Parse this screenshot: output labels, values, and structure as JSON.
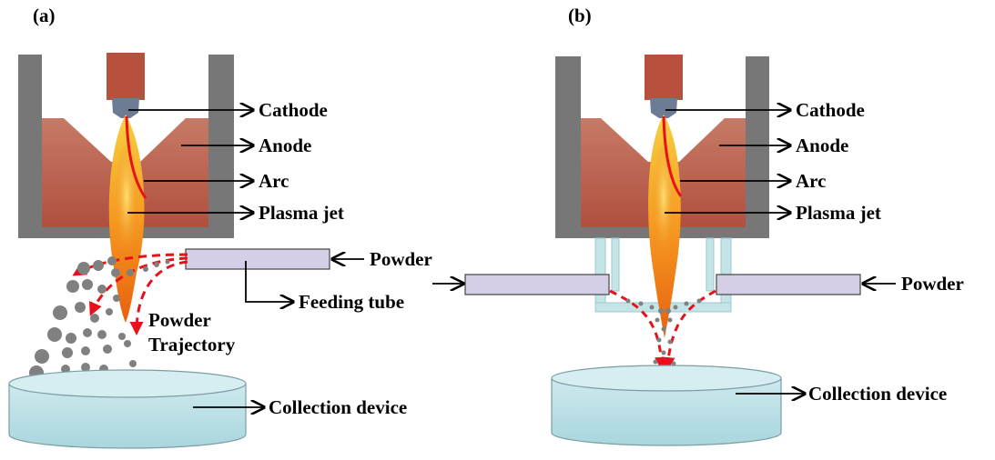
{
  "panels": {
    "a": {
      "tag": "(a)",
      "labels": {
        "cathode": "Cathode",
        "anode": "Anode",
        "arc": "Arc",
        "plasma_jet": "Plasma jet",
        "powder": "Powder",
        "feeding_tube": "Feeding tube",
        "powder_trajectory_line1": "Powder",
        "powder_trajectory_line2": "Trajectory",
        "collection_device": "Collection device"
      }
    },
    "b": {
      "tag": "(b)",
      "labels": {
        "cathode": "Cathode",
        "anode": "Anode",
        "arc": "Arc",
        "plasma_jet": "Plasma jet",
        "powder": "Powder",
        "collection_device": "Collection device"
      }
    }
  },
  "colors": {
    "housing": "#777777",
    "anode": "#c0705a",
    "cathode": "#b85040",
    "cathode_tip": "#6a7a90",
    "tube": "#d4cfe6",
    "collector": "#b8e0e6",
    "plasma_outer": "#f08020",
    "plasma_inner": "#f8c030",
    "arc": "#e8101a",
    "particle": "#808080"
  }
}
